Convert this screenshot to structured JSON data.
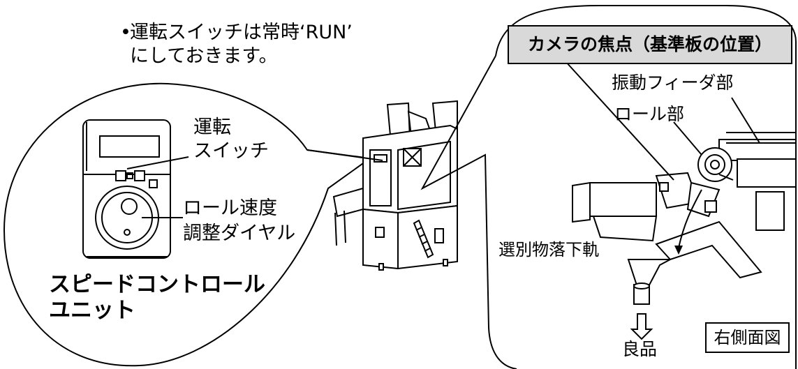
{
  "note": {
    "line1": "運転スイッチは常時‘RUN’",
    "line2": "にしておきます。"
  },
  "controller_callout": {
    "switch_label_line1": "運転",
    "switch_label_line2": "スイッチ",
    "dial_label_line1": "ロール速度",
    "dial_label_line2": "調整ダイヤル",
    "unit_label_line1": "スピードコントロール",
    "unit_label_line2": "ユニット"
  },
  "side_view_callout": {
    "banner": "カメラの焦点（基準板の位置）",
    "feeder_label": "振動フィーダ部",
    "roll_label": "ロール部",
    "rail_label": "選別物落下軌",
    "good_label": "良品",
    "view_label": "右側面図"
  }
}
